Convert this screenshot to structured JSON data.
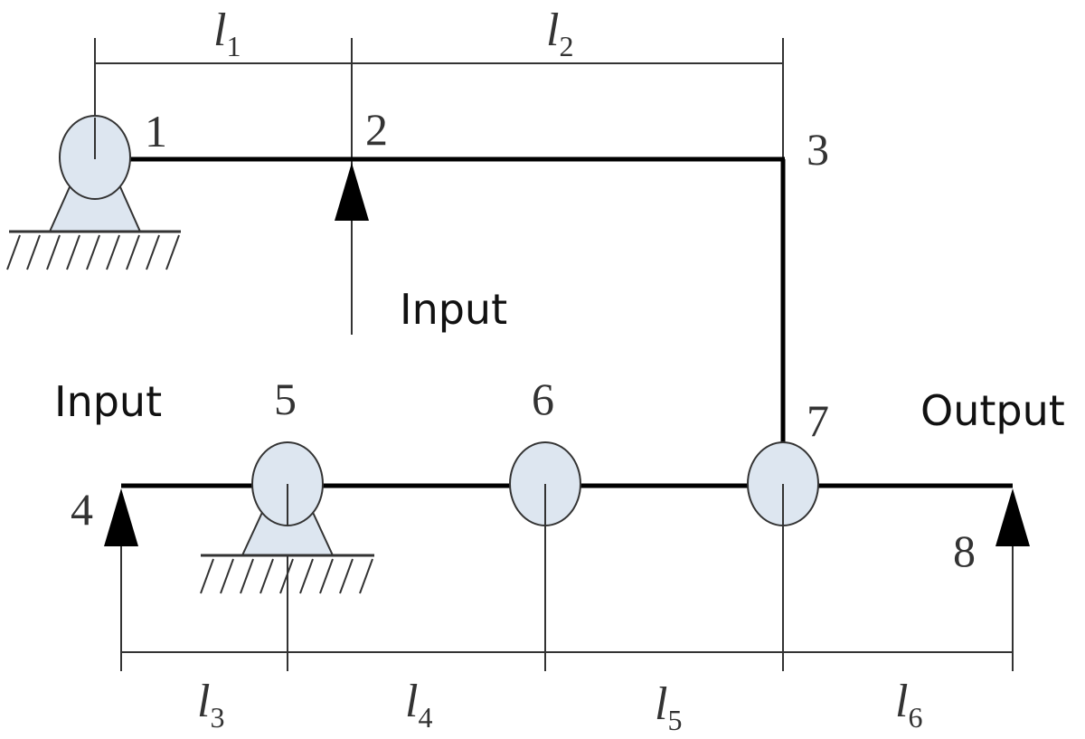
{
  "nodes": {
    "n1": "1",
    "n2": "2",
    "n3": "3",
    "n4": "4",
    "n5": "5",
    "n6": "6",
    "n7": "7",
    "n8": "8"
  },
  "dimensions": {
    "l1": {
      "base": "l",
      "sub": "1"
    },
    "l2": {
      "base": "l",
      "sub": "2"
    },
    "l3": {
      "base": "l",
      "sub": "3"
    },
    "l4": {
      "base": "l",
      "sub": "4"
    },
    "l5": {
      "base": "l",
      "sub": "5"
    },
    "l6": {
      "base": "l",
      "sub": "6"
    }
  },
  "labels": {
    "input_top": "Input",
    "input_left": "Input",
    "output": "Output"
  },
  "colors": {
    "link": "#000000",
    "joint_fill": "#dde6f0",
    "joint_stroke": "#333333",
    "line": "#333333"
  }
}
